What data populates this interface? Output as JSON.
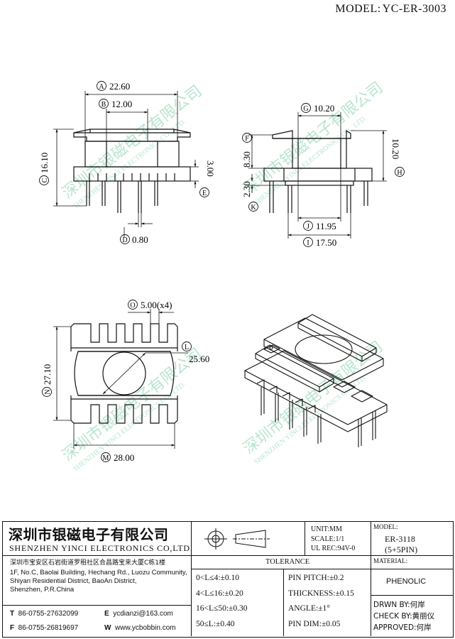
{
  "header": {
    "model_label": "MODEL:",
    "model_value": "YC-ER-3003"
  },
  "dimensions": {
    "A": {
      "letter": "A",
      "value": "22.60"
    },
    "B": {
      "letter": "B",
      "value": "12.00"
    },
    "C": {
      "letter": "C",
      "value": "16.10"
    },
    "D": {
      "letter": "D",
      "value": "0.80"
    },
    "E": {
      "letter": "E",
      "value": "3.00"
    },
    "F": {
      "letter": "F",
      "value": "8.30"
    },
    "G": {
      "letter": "G",
      "value": "10.20"
    },
    "H": {
      "letter": "H",
      "value": "10.20"
    },
    "I": {
      "letter": "I",
      "value": "17.50"
    },
    "J": {
      "letter": "J",
      "value": "11.95"
    },
    "K": {
      "letter": "K",
      "value": "2.30"
    },
    "L": {
      "letter": "L",
      "value": "25.60"
    },
    "M": {
      "letter": "M",
      "value": "28.00"
    },
    "N": {
      "letter": "N",
      "value": "27.10"
    },
    "O": {
      "letter": "O",
      "value": "5.00(x4)"
    }
  },
  "watermark": {
    "cn": "深圳市银磁电子有限公司",
    "en": "SHENZHEN YINCI ELECTRONICS CO., LTD."
  },
  "title_block": {
    "company_cn": "深圳市银磁电子有限公司",
    "company_en": "SHENZHEN YINCI ELECTRONICS CO,LTD.",
    "address_cn": "深圳市宝安区石岩街道罗租社区合昌路宝来大厦C栋1楼",
    "address_en": [
      "1F, No.C, Baolai Building, Hechang Rd., Luozu Community,",
      "Shiyan Residential District, BaoAn District,",
      "Shenzhen, P.R.China"
    ],
    "tel_label": "T",
    "tel": "86-0755-27632099",
    "fax_label": "F",
    "fax": "86-0755-26819697",
    "email_label": "E",
    "email": "ycdianzi@163.com",
    "web_label": "W",
    "web": "www.ycbobbin.com",
    "unit": "UNIT:MM",
    "scale": "SCALE:1/1",
    "ul": "UL REC:94V-0",
    "model_label": "MODEL:",
    "model_value": "ER-3118",
    "model_pins": "(5+5PIN)",
    "material_label": "MATERIAL:",
    "material_value": "PHENOLIC",
    "tolerance_title": "TOLERANCE",
    "tolerances": [
      "0<L≤4:±0.10",
      "4<L≤16:±0.20",
      "16<L≤50:±0.30",
      "50≤L:±0.40"
    ],
    "specs": [
      "PIN PITCH:±0.2",
      "THICKNESS:±0.15",
      "ANGLE:±1°",
      "PIN DIM:±0.05"
    ],
    "drawn": "DRWN BY:何岸",
    "check": "CHECK BY:黄丽仪",
    "approved": "APPROVED:何岸"
  }
}
